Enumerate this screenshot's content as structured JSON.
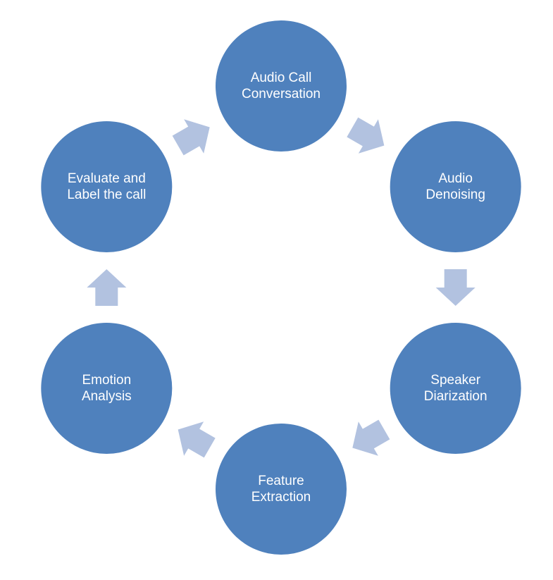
{
  "colors": {
    "node_fill": "#4f81bd",
    "arrow_fill": "#b2c2e0",
    "label_text": "#ffffff",
    "background": "#ffffff"
  },
  "nodes": [
    {
      "id": "audio-call-conversation",
      "lines": [
        "Audio Call",
        "Conversation"
      ]
    },
    {
      "id": "audio-denoising",
      "lines": [
        "Audio",
        "Denoising"
      ]
    },
    {
      "id": "speaker-diarization",
      "lines": [
        "Speaker",
        "Diarization"
      ]
    },
    {
      "id": "feature-extraction",
      "lines": [
        "Feature",
        "Extraction"
      ]
    },
    {
      "id": "emotion-analysis",
      "lines": [
        "Emotion",
        "Analysis"
      ]
    },
    {
      "id": "evaluate-and-label",
      "lines": [
        "Evaluate and",
        "Label the call"
      ]
    }
  ],
  "edges": [
    {
      "from": "audio-call-conversation",
      "to": "audio-denoising"
    },
    {
      "from": "audio-denoising",
      "to": "speaker-diarization"
    },
    {
      "from": "speaker-diarization",
      "to": "feature-extraction"
    },
    {
      "from": "feature-extraction",
      "to": "emotion-analysis"
    },
    {
      "from": "emotion-analysis",
      "to": "evaluate-and-label"
    },
    {
      "from": "evaluate-and-label",
      "to": "audio-call-conversation"
    }
  ]
}
